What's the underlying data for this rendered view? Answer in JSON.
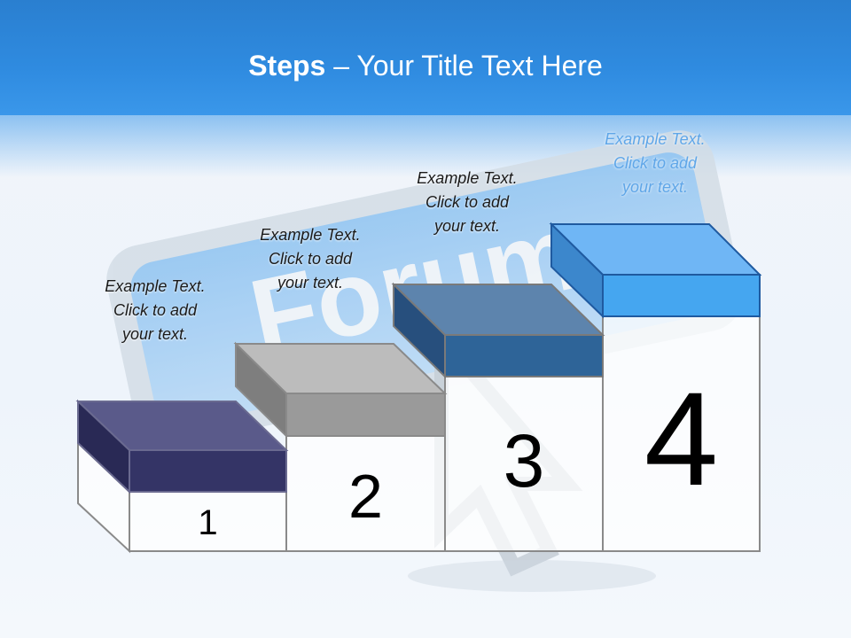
{
  "slide": {
    "title_bold": "Steps",
    "title_rest": " – Your Title Text Here",
    "background_word": "Forum"
  },
  "steps": [
    {
      "number": "1",
      "line1": "Example Text.",
      "line2": "Click  to add",
      "line3": "your text.",
      "color": "#343466"
    },
    {
      "number": "2",
      "line1": "Example Text.",
      "line2": "Click  to add",
      "line3": "your text.",
      "color": "#9a9a9a"
    },
    {
      "number": "3",
      "line1": "Example Text.",
      "line2": "Click  to add",
      "line3": "your text.",
      "color": "#2e6498"
    },
    {
      "number": "4",
      "line1": "Example Text.",
      "line2": "Click  to add",
      "line3": "your text.",
      "color": "#45a6f0"
    }
  ],
  "colors": {
    "header_blue": "#2f8be0",
    "step1_top": "#5a5a8a",
    "step2_top": "#bcbcbc",
    "step3_top": "#5d84ad",
    "step4_top": "#6fb6f5"
  }
}
